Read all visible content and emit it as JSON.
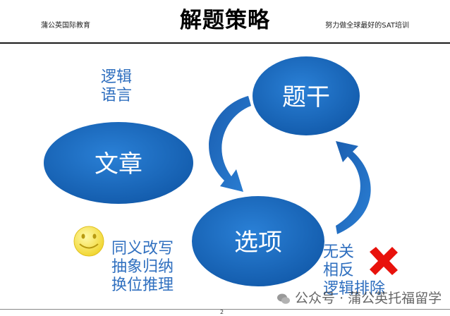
{
  "header": {
    "left_text": "蒲公英国际教育",
    "title": "解题策略",
    "right_text": "努力做全球最好的SAT培训"
  },
  "diagram": {
    "nodes": {
      "article": "文章",
      "stem": "题干",
      "options": "选项"
    },
    "left_note": [
      "逻辑",
      "语言"
    ],
    "strategies": [
      "同义改写",
      "抽象归纳",
      "换位推理"
    ],
    "exclusions": [
      "无关",
      "相反",
      "逻辑"
    ],
    "exclusion_suffix": "排除",
    "node_color": "#1c6cc0",
    "text_color": "#2f6fbf",
    "cross_color": "#e8120c",
    "smiley_color": "#f5e33a"
  },
  "footer": {
    "page_number": "2"
  },
  "watermark": {
    "text": "公众号 · 蒲公英托福留学"
  }
}
